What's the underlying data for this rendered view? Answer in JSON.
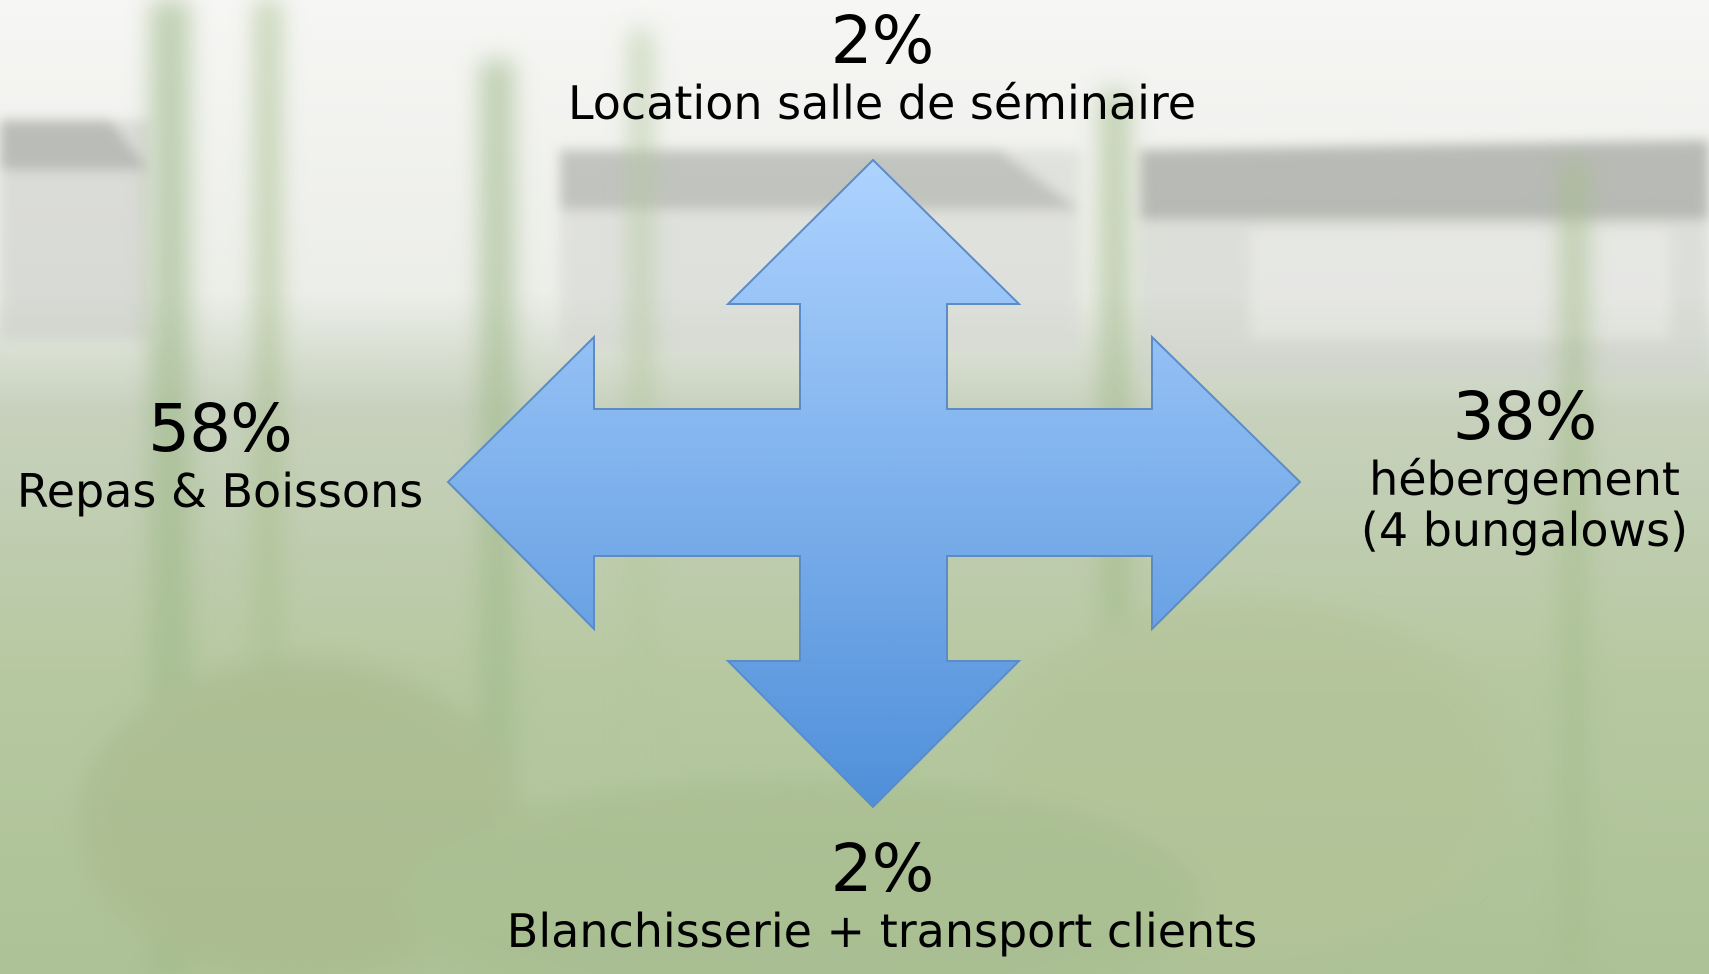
{
  "segments": {
    "top": {
      "percent": "2%",
      "label": "Location salle de séminaire"
    },
    "left": {
      "percent": "58%",
      "label": "Repas & Boissons"
    },
    "right": {
      "percent": "38%",
      "label_line1": "hébergement",
      "label_line2": "(4 bungalows)"
    },
    "bottom": {
      "percent": "2%",
      "label": "Blanchisserie + transport clients"
    }
  },
  "colors": {
    "arrow_top": "#aed3ff",
    "arrow_bottom": "#4f8fd9",
    "arrow_stroke": "#5b8cc6",
    "sky": "#f2f3f1",
    "field": "#b9c9a2"
  }
}
